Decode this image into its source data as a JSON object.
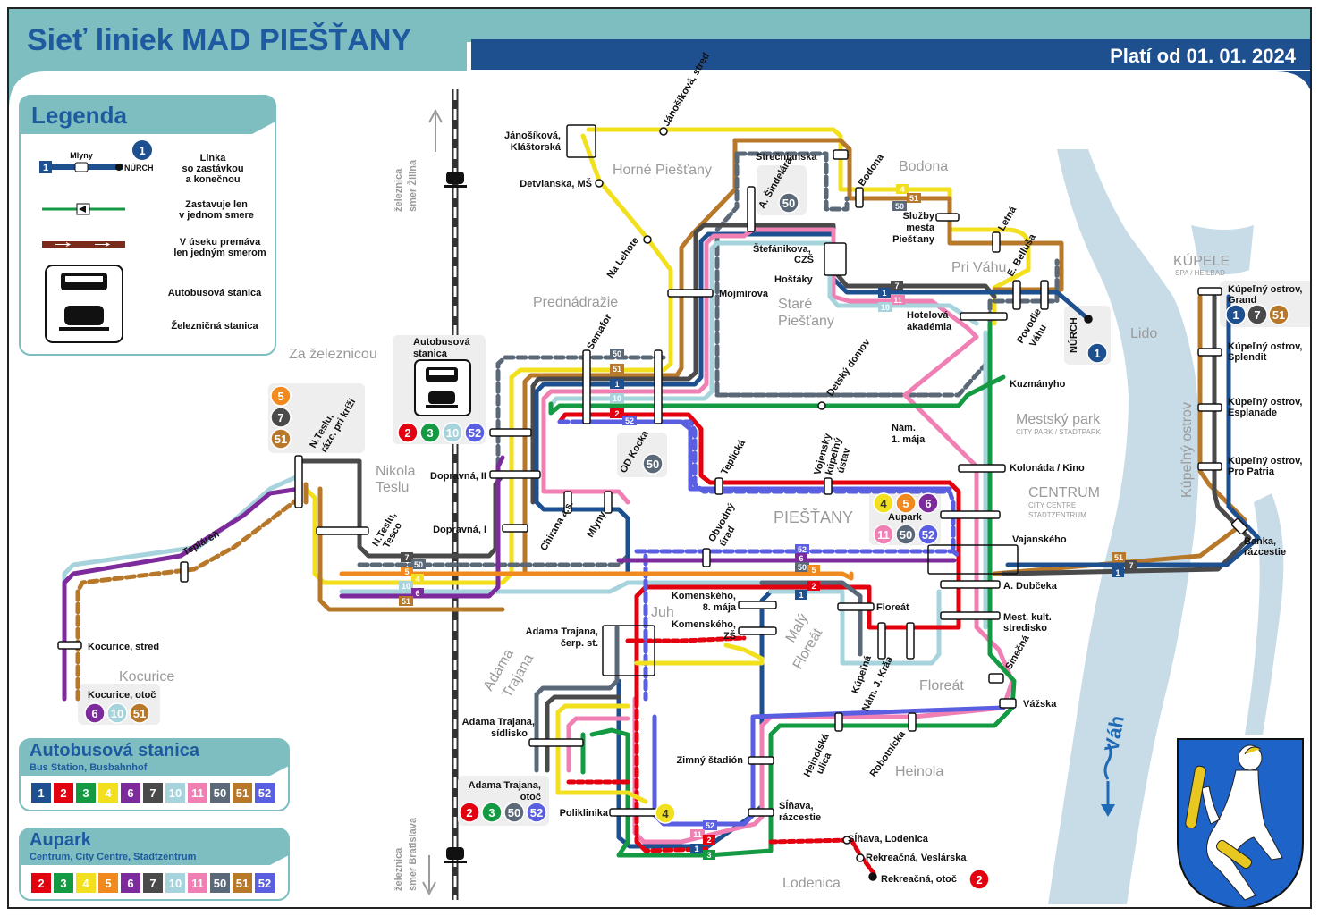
{
  "header": {
    "title": "Sieť liniek MAD PIEŠŤANY",
    "valid_from": "Platí od 01. 01. 2024"
  },
  "colors": {
    "teal_header": "#7fbec0",
    "navy": "#1e4f8f",
    "river": "#c8dce8"
  },
  "legend": {
    "title": "Legenda",
    "line_row": {
      "stop": "Mlyny",
      "terminus": "NÚRCH",
      "line": "1",
      "desc1": "Linka",
      "desc2": "so zastávkou",
      "desc3": "a konečnou"
    },
    "one_dir": {
      "desc1": "Zastavuje len",
      "desc2": "v jednom smere"
    },
    "one_way": {
      "desc1": "V úseku premáva",
      "desc2": "len jedným smerom"
    },
    "bus_station": "Autobusová stanica",
    "rail_station": "Železničná stanica"
  },
  "lines": [
    {
      "id": "1",
      "color": "#1e4f8f"
    },
    {
      "id": "2",
      "color": "#e3000f"
    },
    {
      "id": "3",
      "color": "#139a43"
    },
    {
      "id": "4",
      "color": "#f2e01f"
    },
    {
      "id": "5",
      "color": "#f08a1e"
    },
    {
      "id": "6",
      "color": "#7d2a9c"
    },
    {
      "id": "7",
      "color": "#4a4a4a"
    },
    {
      "id": "10",
      "color": "#a6d3dc"
    },
    {
      "id": "11",
      "color": "#f080b4"
    },
    {
      "id": "50",
      "color": "#5a6878"
    },
    {
      "id": "51",
      "color": "#b7782a"
    },
    {
      "id": "52",
      "color": "#5a5ee0"
    }
  ],
  "hubs": {
    "bus_station": {
      "title": "Autobusová stanica",
      "subtitle": "Bus Station, Busbahnhof",
      "lines": [
        "1",
        "2",
        "3",
        "4",
        "6",
        "7",
        "10",
        "11",
        "50",
        "51",
        "52"
      ]
    },
    "aupark": {
      "title": "Aupark",
      "subtitle": "Centrum, City Centre, Stadtzentrum",
      "lines": [
        "2",
        "3",
        "4",
        "5",
        "6",
        "7",
        "10",
        "11",
        "50",
        "51",
        "52"
      ]
    }
  },
  "rail": {
    "north": "železnica smer Žilina",
    "south": "železnica smer Bratislava",
    "north_line1": "železnica",
    "north_line2": "smer Žilina",
    "south_line1": "železnica",
    "south_line2": "smer Bratislava"
  },
  "areas": {
    "horne": "Horné Piešťany",
    "bodona": "Bodona",
    "prednadrazie": "Prednádražie",
    "za_zel": "Za železnicou",
    "stare1": "Staré",
    "stare2": "Piešťany",
    "pri_vahu": "Pri Váhu",
    "lido": "Lido",
    "kupele": "KÚPELE",
    "kupele_sub": "SPA / HEILBAD",
    "kup_ostrov": "Kúpeľný ostrov",
    "mestsky_park": "Mestský park",
    "mestsky_park_sub": "CITY PARK / STADTPARK",
    "centrum": "CENTRUM",
    "centrum_sub1": "CITY CENTRE",
    "centrum_sub2": "STADTZENTRUM",
    "piestany": "PIEŠŤANY",
    "nikola1": "Nikola",
    "nikola2": "Teslu",
    "kocurice": "Kocurice",
    "juh": "Juh",
    "maly1": "Malý",
    "maly2": "Floreát",
    "floreat": "Floreát",
    "adama1": "Adama",
    "adama2": "Trajana",
    "heinola": "Heinola",
    "lodenica": "Lodenica",
    "vah": "Váh"
  },
  "stops": {
    "janosikova_stred": "Jánošíková, stred",
    "janosikova_klast1": "Jánošíková,",
    "janosikova_klast2": "Kláštorská",
    "detvianska": "Detvianska, MŠ",
    "na_lehote": "Na Lehote",
    "strecnianska": "Strečnianska",
    "bodona_stop": "Bodona",
    "a_sindelara": "A. Šindelára",
    "sluzby1": "Služby",
    "sluzby2": "mesta",
    "sluzby3": "Piešťany",
    "letna": "Letná",
    "stefanikova1": "Štefánikova,",
    "stefanikova2": "CZŠ",
    "hostaky": "Hoštáky",
    "e_bellusa": "E. Belluša",
    "mojmirova": "Mojmírova",
    "hotelova1": "Hotelová",
    "hotelova2": "akadémia",
    "povodie1": "Povodie",
    "povodie2": "Váhu",
    "nurch": "NÚRCH",
    "semafor": "Semafor",
    "detsky_domov": "Detský domov",
    "kuzmanyho": "Kuzmányho",
    "nam_1_maja1": "Nám.",
    "nam_1_maja2": "1. mája",
    "bus_station_box1": "Autobusová",
    "bus_station_box2": "stanica",
    "od_kocka": "OD Kocka",
    "teplicka": "Teplická",
    "vojensky1": "Vojenský",
    "vojensky2": "kúpeľný",
    "vojensky3": "ústav",
    "kolonada": "Kolonáda / Kino",
    "n_teslu_kriz1": "N.Teslu,",
    "n_teslu_kriz2": "rázc. pri kríži",
    "dopravna2": "Dopravná, II",
    "dopravna1": "Dopravná, I",
    "chirana": "Chirana a.s.",
    "mlyny": "Mlyny",
    "obvodny1": "Obvodný",
    "obvodny2": "úrad",
    "aupark_stop": "Aupark",
    "vajanskeho": "Vajanského",
    "teplaren": "Tepláreň",
    "n_teslu_tesco1": "N.Teslu,",
    "n_teslu_tesco2": "Tesco",
    "kocurice_stred": "Kocurice, stred",
    "kocurice_otoc": "Kocurice, otoč",
    "komenskeho8_1": "Komenského,",
    "komenskeho8_2": "8. mája",
    "komenskeho_zs1": "Komenského,",
    "komenskeho_zs2": "ZŠ",
    "floreat_stop": "Floreát",
    "a_dubceka": "A. Dubčeka",
    "mest_kult1": "Mest. kult.",
    "mest_kult2": "stredisko",
    "adama_cerp1": "Adama Trajana,",
    "adama_cerp2": "čerp. st.",
    "kupelna": "Kúpeľná",
    "nam_j_krala": "Nám. J. Krá̌a",
    "sinecna": "Sinečná",
    "vazska": "Vážska",
    "adama_sid1": "Adama Trajana,",
    "adama_sid2": "sídlisko",
    "zimny": "Zimný štadión",
    "heinolska1": "Heinolská",
    "heinolska2": "ulica",
    "robotnicka": "Robotnícka",
    "adama_otoc1": "Adama Trajana,",
    "adama_otoc2": "otoč",
    "poliklinika": "Poliklinika",
    "slnava_razc1": "Sĺňava,",
    "slnava_razc2": "rázcestie",
    "slnava_lodenica": "Sĺňava, Lodenica",
    "rekreacna_veslarska": "Rekreačná, Veslárska",
    "rekreacna_otoc": "Rekreačná, otoč",
    "kup_grand1": "Kúpeľný ostrov,",
    "kup_grand2": "Grand",
    "kup_splendit1": "Kúpeľný ostrov,",
    "kup_splendit2": "Splendit",
    "kup_esplanade1": "Kúpeľný ostrov,",
    "kup_esplanade2": "Esplanade",
    "kup_patria1": "Kúpeľný ostrov,",
    "kup_patria2": "Pro Patria",
    "banka1": "Banka,",
    "banka2": "rázcestie"
  }
}
